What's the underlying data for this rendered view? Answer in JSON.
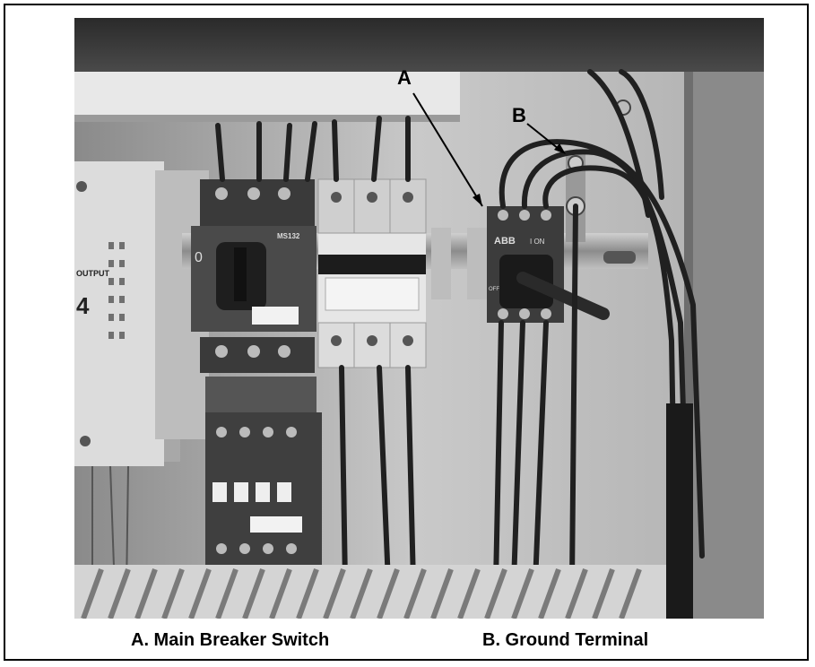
{
  "labels": {
    "a": "A",
    "b": "B"
  },
  "captions": {
    "a": "A. Main Breaker Switch",
    "b": "B. Ground Terminal"
  },
  "device_text": {
    "brand": "ABB",
    "breaker_model": "MS132",
    "switch_on": "I ON",
    "switch_off": "OFF",
    "power_supply_output": "OUTPUT",
    "power_supply_digit": "4"
  },
  "colors": {
    "frame": "#000000",
    "caption": "#000000"
  }
}
